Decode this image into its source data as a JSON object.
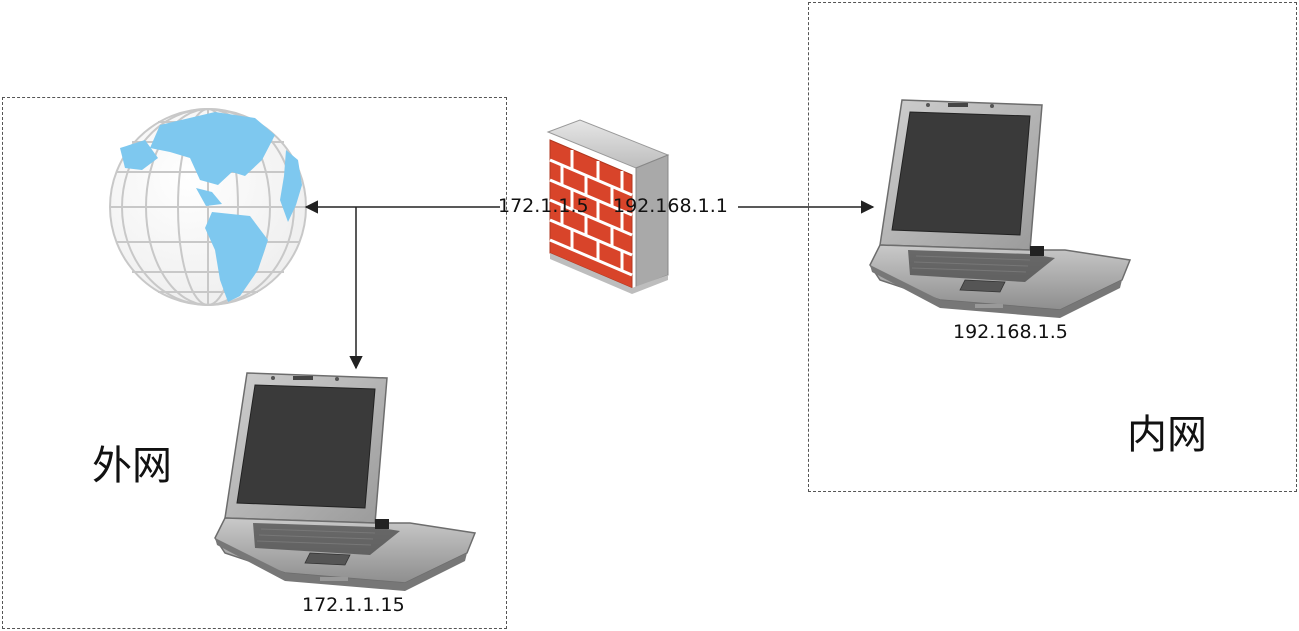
{
  "zones": {
    "outer_label": "外网",
    "inner_label": "内网"
  },
  "labels": {
    "firewall_outer_ip": "172.1.1.5",
    "firewall_inner_ip": "192.168.1.1",
    "inner_laptop_ip": "192.168.1.5",
    "outer_laptop_ip": "172.1.1.15"
  },
  "icons": {
    "globe": "globe-icon",
    "firewall": "firewall-icon",
    "laptop": "laptop-icon"
  },
  "colors": {
    "globe_land": "#7ec8ef",
    "globe_grid": "#c8c8c8",
    "brick": "#d8442a",
    "laptop_body": "#a8a8a8",
    "laptop_screen": "#3a3a3a",
    "connector": "#222222"
  }
}
